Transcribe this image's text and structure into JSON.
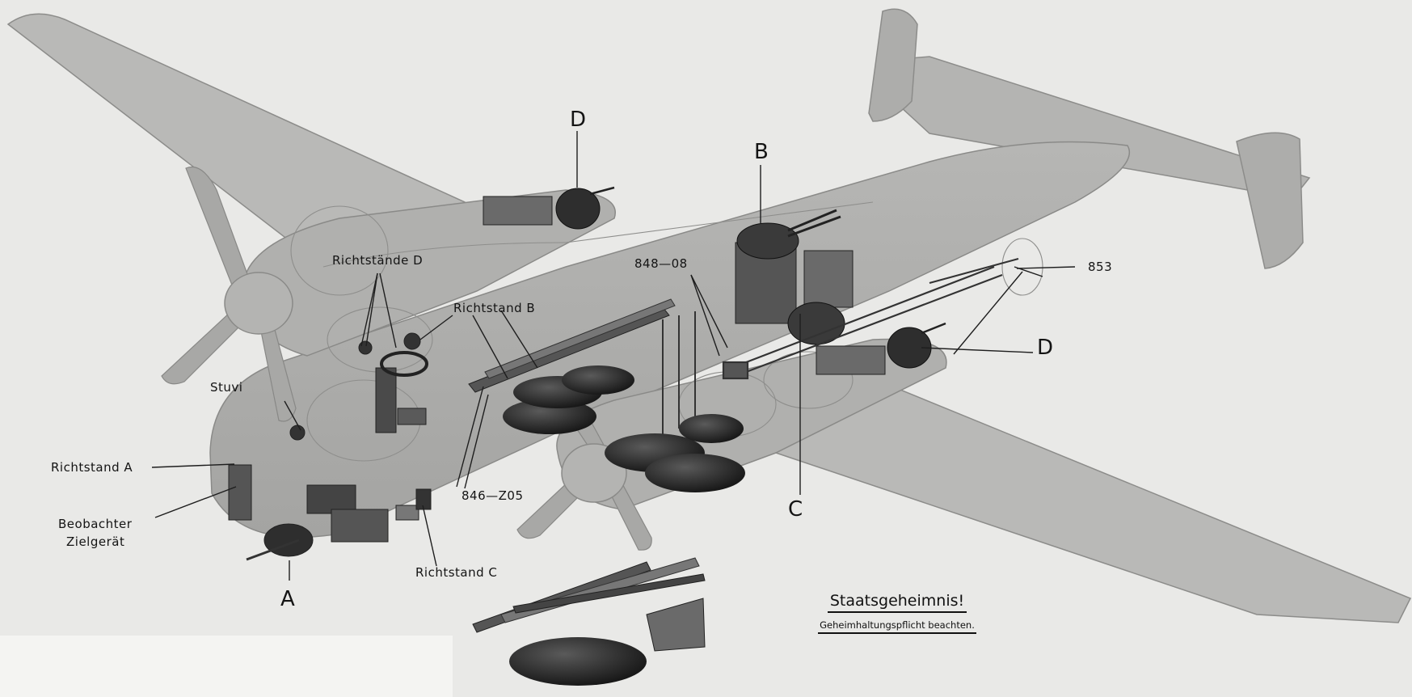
{
  "labels": {
    "richtstaende_d": "Richtstände D",
    "richtstand_b": "Richtstand B",
    "stuvi": "Stuvi",
    "richtstand_a": "Richtstand A",
    "beobachter": "Beobachter",
    "zielgeraet": "Zielgerät",
    "richtstand_c": "Richtstand C",
    "part_848_08": "848—08",
    "part_846_205": "846—Z05",
    "part_853": "853",
    "letter_a": "A",
    "letter_b": "B",
    "letter_c": "C",
    "letter_d_top": "D",
    "letter_d_right": "D"
  },
  "stamp": {
    "title": "Staatsgeheimnis!",
    "subtitle": "Geheimhaltungspflicht beachten."
  }
}
